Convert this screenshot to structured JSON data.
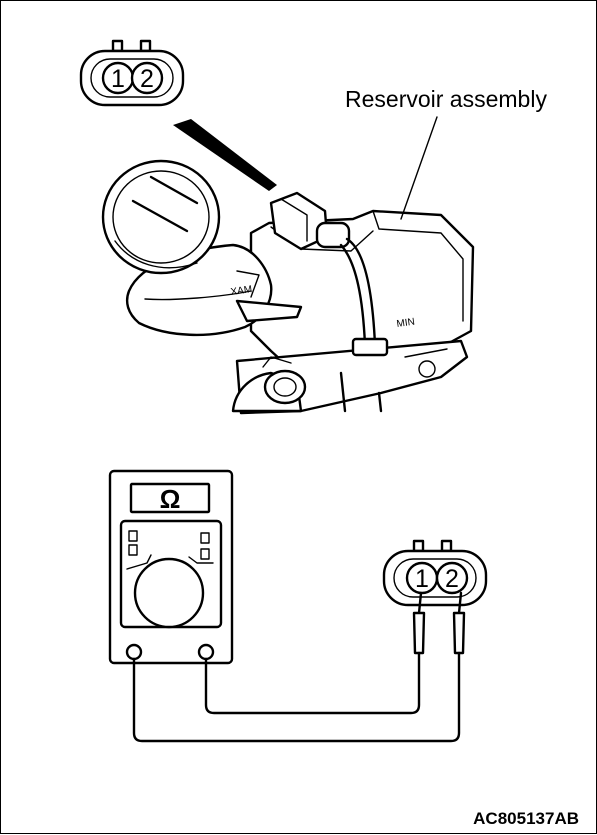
{
  "labels": {
    "reservoir": "Reservoir assembly",
    "figure_code": "AC805137AB"
  },
  "connector_top": {
    "pin1": "1",
    "pin2": "2"
  },
  "connector_bottom": {
    "pin1": "1",
    "pin2": "2"
  },
  "meter": {
    "symbol": "Ω"
  }
}
